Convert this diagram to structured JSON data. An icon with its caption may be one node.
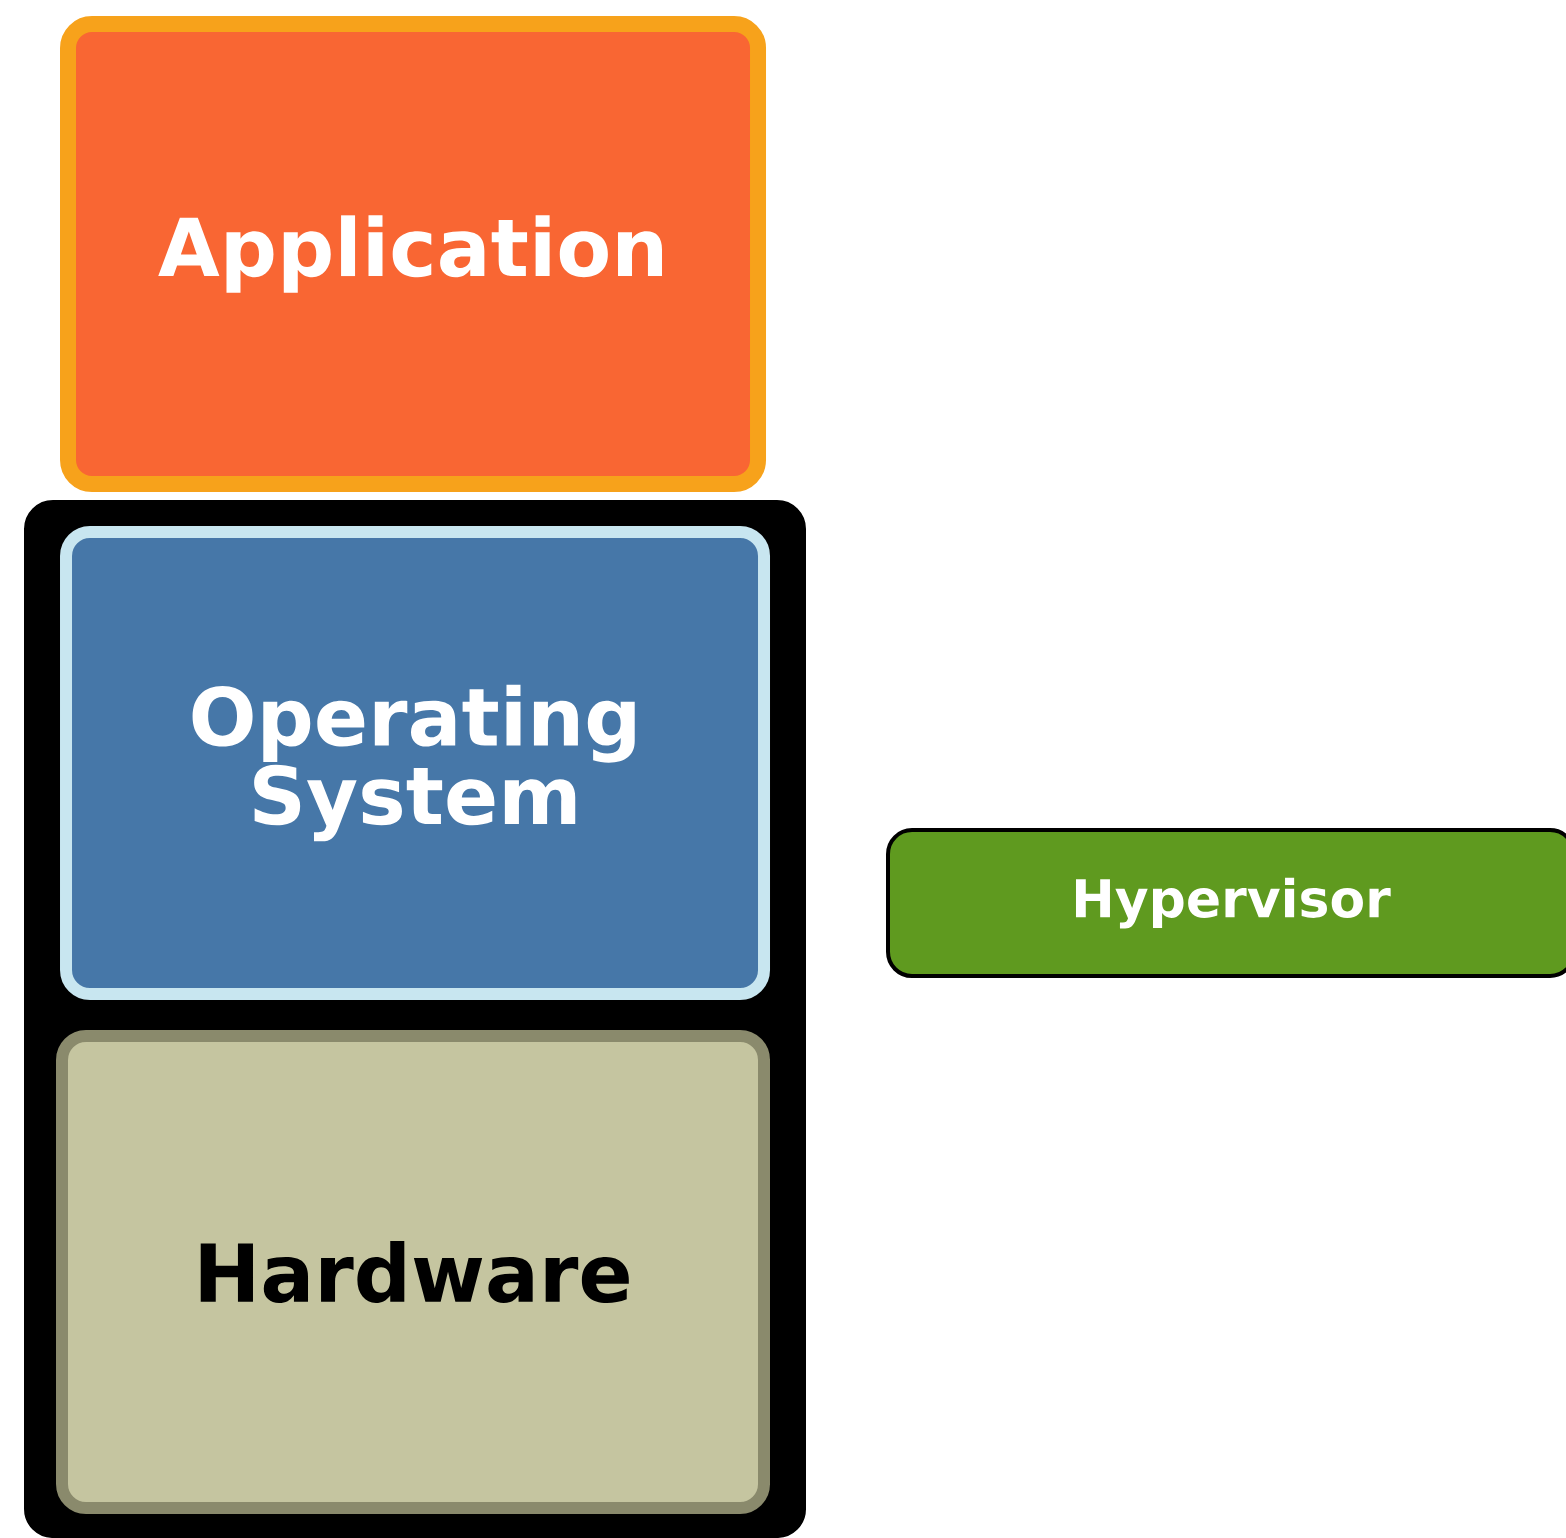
{
  "diagram": {
    "nodes": [
      {
        "text": [
          "Application"
        ]
      },
      {
        "text": [],
        "shape": "box"
      },
      {
        "text": [
          "Operating System"
        ],
        "in": 1
      },
      {
        "text": [
          "Hardware"
        ],
        "in": 1
      },
      {
        "text": [
          "Hypervisor"
        ]
      }
    ]
  }
}
